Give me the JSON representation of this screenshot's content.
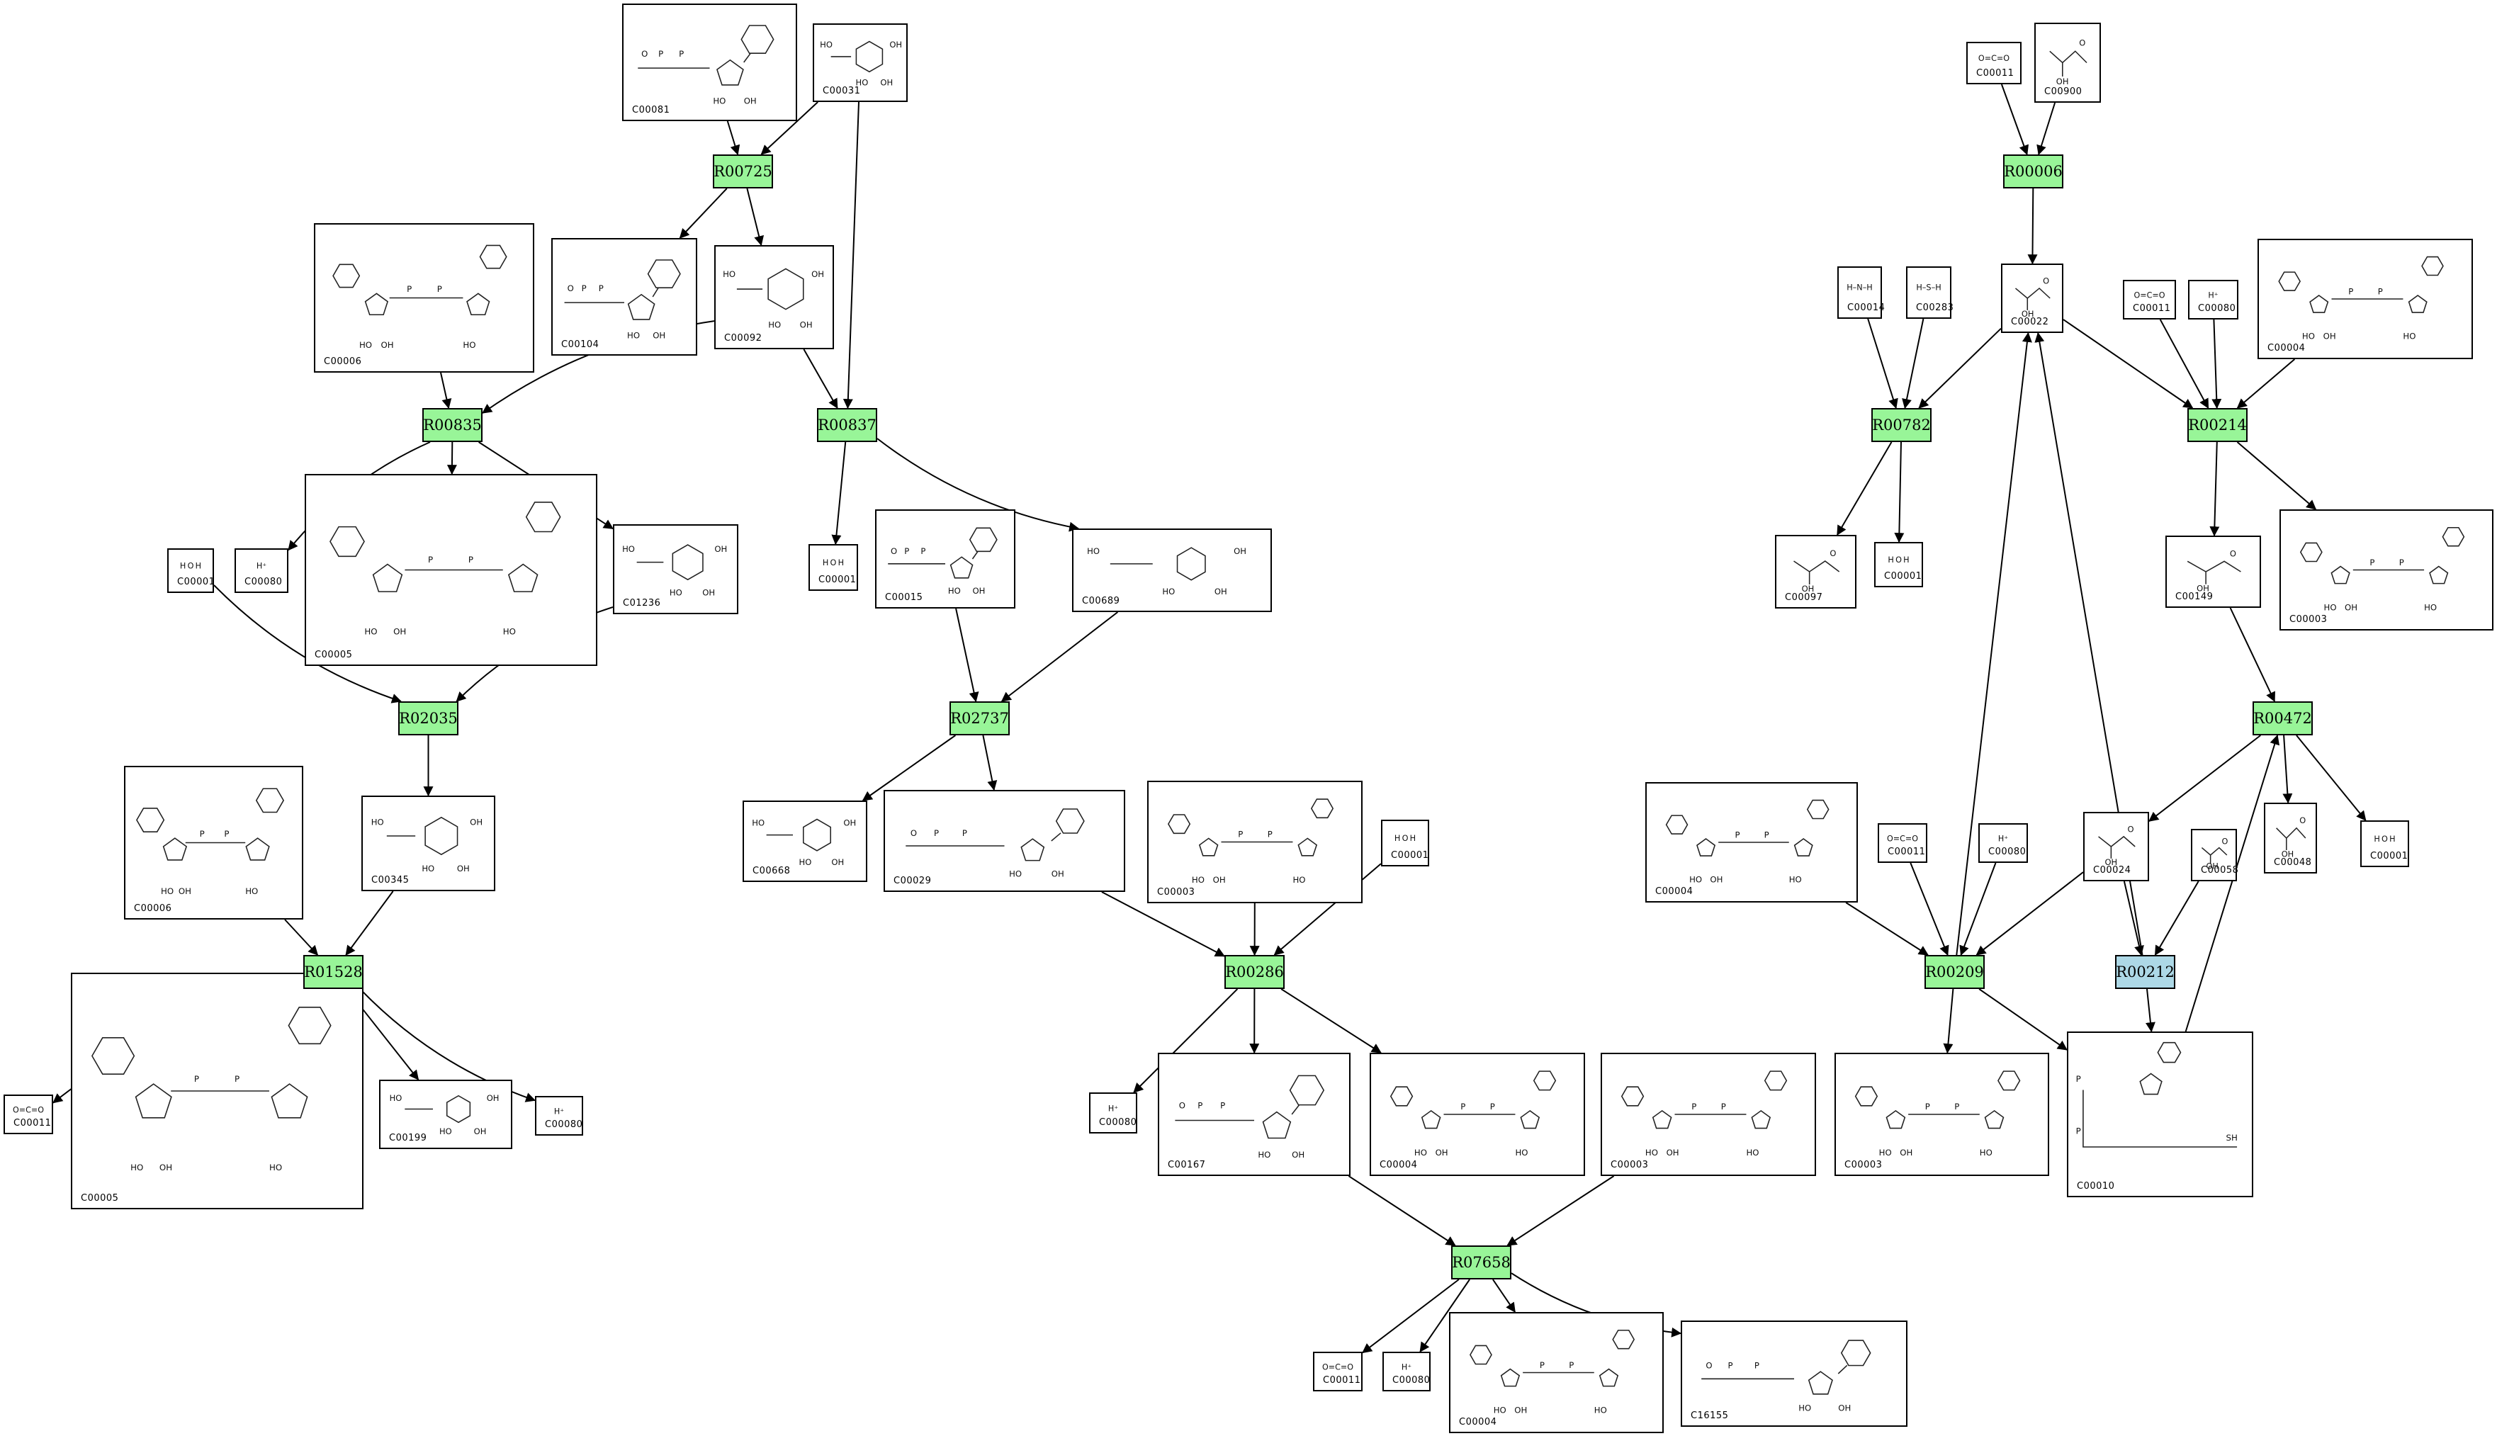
{
  "colors": {
    "reaction_fill": "#98f598",
    "reaction_highlight_fill": "#add8e6",
    "stroke": "#000000",
    "background": "#ffffff"
  },
  "reactions": [
    {
      "id": "R00725",
      "highlight": false
    },
    {
      "id": "R00835",
      "highlight": false
    },
    {
      "id": "R00837",
      "highlight": false
    },
    {
      "id": "R02035",
      "highlight": false
    },
    {
      "id": "R02737",
      "highlight": false
    },
    {
      "id": "R01528",
      "highlight": false
    },
    {
      "id": "R00286",
      "highlight": false
    },
    {
      "id": "R07658",
      "highlight": false
    },
    {
      "id": "R00006",
      "highlight": false
    },
    {
      "id": "R00782",
      "highlight": false
    },
    {
      "id": "R00214",
      "highlight": false
    },
    {
      "id": "R00472",
      "highlight": false
    },
    {
      "id": "R00209",
      "highlight": false
    },
    {
      "id": "R00212",
      "highlight": true
    }
  ],
  "compounds": [
    {
      "key": "c_C00081",
      "id": "C00081",
      "formula": "",
      "kind": "nucleotide"
    },
    {
      "key": "c_C00031",
      "id": "C00031",
      "formula": "",
      "kind": "sugar"
    },
    {
      "key": "c_C00104",
      "id": "C00104",
      "formula": "",
      "kind": "nucleotide"
    },
    {
      "key": "c_C00092",
      "id": "C00092",
      "formula": "",
      "kind": "sugar"
    },
    {
      "key": "c_C00006_a",
      "id": "C00006",
      "formula": "",
      "kind": "dinucleotide"
    },
    {
      "key": "c_C00005_a",
      "id": "C00005",
      "formula": "",
      "kind": "dinucleotide"
    },
    {
      "key": "c_C01236",
      "id": "C01236",
      "formula": "",
      "kind": "sugar"
    },
    {
      "key": "c_C00001_a",
      "id": "C00001",
      "formula": "H O H",
      "kind": "small"
    },
    {
      "key": "c_C00080_a",
      "id": "C00080",
      "formula": "H⁺",
      "kind": "small"
    },
    {
      "key": "c_C00001_b",
      "id": "C00001",
      "formula": "H O H",
      "kind": "small"
    },
    {
      "key": "c_C00015",
      "id": "C00015",
      "formula": "",
      "kind": "nucleotide"
    },
    {
      "key": "c_C00689",
      "id": "C00689",
      "formula": "",
      "kind": "sugar"
    },
    {
      "key": "c_C00006_b",
      "id": "C00006",
      "formula": "",
      "kind": "dinucleotide"
    },
    {
      "key": "c_C00345",
      "id": "C00345",
      "formula": "",
      "kind": "sugar"
    },
    {
      "key": "c_C00668",
      "id": "C00668",
      "formula": "",
      "kind": "sugar"
    },
    {
      "key": "c_C00029",
      "id": "C00029",
      "formula": "",
      "kind": "nucleotide"
    },
    {
      "key": "c_C00003_a",
      "id": "C00003",
      "formula": "",
      "kind": "dinucleotide"
    },
    {
      "key": "c_C00001_c",
      "id": "C00001",
      "formula": "H O H",
      "kind": "small"
    },
    {
      "key": "c_C00011_a",
      "id": "C00011",
      "formula": "O=C=O",
      "kind": "small"
    },
    {
      "key": "c_C00005_b",
      "id": "C00005",
      "formula": "",
      "kind": "dinucleotide"
    },
    {
      "key": "c_C00199",
      "id": "C00199",
      "formula": "",
      "kind": "sugar"
    },
    {
      "key": "c_C00080_b",
      "id": "C00080",
      "formula": "H⁺",
      "kind": "small"
    },
    {
      "key": "c_C00080_c",
      "id": "C00080",
      "formula": "H⁺",
      "kind": "small"
    },
    {
      "key": "c_C00167",
      "id": "C00167",
      "formula": "",
      "kind": "nucleotide"
    },
    {
      "key": "c_C00004_a",
      "id": "C00004",
      "formula": "",
      "kind": "dinucleotide"
    },
    {
      "key": "c_C00003_b",
      "id": "C00003",
      "formula": "",
      "kind": "dinucleotide"
    },
    {
      "key": "c_C00011_b",
      "id": "C00011",
      "formula": "O=C=O",
      "kind": "small"
    },
    {
      "key": "c_C00080_d",
      "id": "C00080",
      "formula": "H⁺",
      "kind": "small"
    },
    {
      "key": "c_C00004_b",
      "id": "C00004",
      "formula": "",
      "kind": "dinucleotide"
    },
    {
      "key": "c_C16155",
      "id": "C16155",
      "formula": "",
      "kind": "nucleotide"
    },
    {
      "key": "c_C00011_c",
      "id": "C00011",
      "formula": "O=C=O",
      "kind": "small"
    },
    {
      "key": "c_C00900",
      "id": "C00900",
      "formula": "",
      "kind": "acid"
    },
    {
      "key": "c_C00022",
      "id": "C00022",
      "formula": "",
      "kind": "acid"
    },
    {
      "key": "c_C00014",
      "id": "C00014",
      "formula": "H–N–H",
      "kind": "small"
    },
    {
      "key": "c_C00283",
      "id": "C00283",
      "formula": "H–S–H",
      "kind": "small"
    },
    {
      "key": "c_C00011_d",
      "id": "C00011",
      "formula": "O=C=O",
      "kind": "small"
    },
    {
      "key": "c_C00080_e",
      "id": "C00080",
      "formula": "H⁺",
      "kind": "small"
    },
    {
      "key": "c_C00004_c",
      "id": "C00004",
      "formula": "",
      "kind": "dinucleotide"
    },
    {
      "key": "c_C00097",
      "id": "C00097",
      "formula": "",
      "kind": "acid"
    },
    {
      "key": "c_C00001_d",
      "id": "C00001",
      "formula": "H O H",
      "kind": "small"
    },
    {
      "key": "c_C00149",
      "id": "C00149",
      "formula": "",
      "kind": "acid"
    },
    {
      "key": "c_C00003_c",
      "id": "C00003",
      "formula": "",
      "kind": "dinucleotide"
    },
    {
      "key": "c_C00004_d",
      "id": "C00004",
      "formula": "",
      "kind": "dinucleotide"
    },
    {
      "key": "c_C00011_e",
      "id": "C00011",
      "formula": "O=C=O",
      "kind": "small"
    },
    {
      "key": "c_C00080_f",
      "id": "C00080",
      "formula": "H⁺",
      "kind": "small"
    },
    {
      "key": "c_C00024",
      "id": "C00024",
      "formula": "",
      "kind": "acid"
    },
    {
      "key": "c_C00058",
      "id": "C00058",
      "formula": "",
      "kind": "acid"
    },
    {
      "key": "c_C00048",
      "id": "C00048",
      "formula": "",
      "kind": "acid"
    },
    {
      "key": "c_C00001_e",
      "id": "C00001",
      "formula": "H O H",
      "kind": "small"
    },
    {
      "key": "c_C00003_d",
      "id": "C00003",
      "formula": "",
      "kind": "dinucleotide"
    },
    {
      "key": "c_C00010",
      "id": "C00010",
      "formula": "",
      "kind": "coa"
    }
  ],
  "edges": [
    [
      "c_C00081",
      "R00725"
    ],
    [
      "c_C00031",
      "R00725"
    ],
    [
      "R00725",
      "c_C00104"
    ],
    [
      "R00725",
      "c_C00092"
    ],
    [
      "c_C00031",
      "R00837"
    ],
    [
      "c_C00092",
      "R00837"
    ],
    [
      "c_C00092",
      "R00835"
    ],
    [
      "c_C00006_a",
      "R00835"
    ],
    [
      "R00835",
      "c_C00005_a"
    ],
    [
      "R00835",
      "c_C00080_a"
    ],
    [
      "R00835",
      "c_C01236"
    ],
    [
      "R00837",
      "c_C00001_b"
    ],
    [
      "R00837",
      "c_C00689"
    ],
    [
      "c_C00001_a",
      "R02035"
    ],
    [
      "c_C01236",
      "R02035"
    ],
    [
      "R02035",
      "c_C00345"
    ],
    [
      "c_C00015",
      "R02737"
    ],
    [
      "c_C00689",
      "R02737"
    ],
    [
      "R02737",
      "c_C00668"
    ],
    [
      "R02737",
      "c_C00029"
    ],
    [
      "c_C00006_b",
      "R01528"
    ],
    [
      "c_C00345",
      "R01528"
    ],
    [
      "R01528",
      "c_C00011_a"
    ],
    [
      "R01528",
      "c_C00005_b"
    ],
    [
      "R01528",
      "c_C00199"
    ],
    [
      "R01528",
      "c_C00080_b"
    ],
    [
      "c_C00029",
      "R00286"
    ],
    [
      "c_C00003_a",
      "R00286"
    ],
    [
      "c_C00001_c",
      "R00286"
    ],
    [
      "R00286",
      "c_C00080_c"
    ],
    [
      "R00286",
      "c_C00167"
    ],
    [
      "R00286",
      "c_C00004_a"
    ],
    [
      "c_C00167",
      "R07658"
    ],
    [
      "c_C00003_b",
      "R07658"
    ],
    [
      "R07658",
      "c_C00011_b"
    ],
    [
      "R07658",
      "c_C00080_d"
    ],
    [
      "R07658",
      "c_C00004_b"
    ],
    [
      "R07658",
      "c_C16155"
    ],
    [
      "c_C00011_c",
      "R00006"
    ],
    [
      "c_C00900",
      "R00006"
    ],
    [
      "R00006",
      "c_C00022"
    ],
    [
      "c_C00022",
      "R00782"
    ],
    [
      "c_C00014",
      "R00782"
    ],
    [
      "c_C00283",
      "R00782"
    ],
    [
      "R00782",
      "c_C00097"
    ],
    [
      "R00782",
      "c_C00001_d"
    ],
    [
      "c_C00022",
      "R00214"
    ],
    [
      "c_C00011_d",
      "R00214"
    ],
    [
      "c_C00080_e",
      "R00214"
    ],
    [
      "c_C00004_c",
      "R00214"
    ],
    [
      "R00214",
      "c_C00149"
    ],
    [
      "R00214",
      "c_C00003_c"
    ],
    [
      "c_C00149",
      "R00472"
    ],
    [
      "R00472",
      "c_C00024"
    ],
    [
      "R00472",
      "c_C00048"
    ],
    [
      "R00472",
      "c_C00001_e"
    ],
    [
      "c_C00004_d",
      "R00209"
    ],
    [
      "c_C00011_e",
      "R00209"
    ],
    [
      "c_C00080_f",
      "R00209"
    ],
    [
      "c_C00024",
      "R00209"
    ],
    [
      "R00209",
      "c_C00022"
    ],
    [
      "R00209",
      "c_C00003_d"
    ],
    [
      "R00209",
      "c_C00010"
    ],
    [
      "c_C00024",
      "R00212"
    ],
    [
      "c_C00058",
      "R00212"
    ],
    [
      "R00212",
      "c_C00022"
    ],
    [
      "R00212",
      "c_C00010"
    ],
    [
      "c_C00010",
      "R00472"
    ]
  ]
}
